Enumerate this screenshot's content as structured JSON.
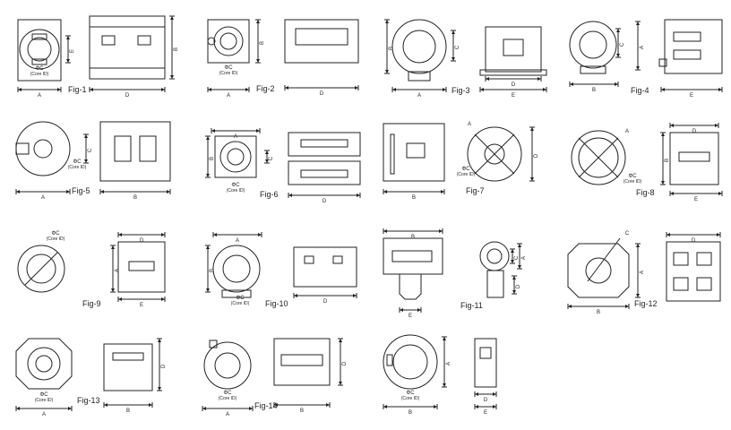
{
  "figures": [
    {
      "id": "fig-1",
      "caption": "Fig-1",
      "dims": [
        "A",
        "B",
        "C",
        "D",
        "E"
      ],
      "core_label": "ΦC (Core ID)"
    },
    {
      "id": "fig-2",
      "caption": "Fig-2",
      "dims": [
        "A",
        "B",
        "C",
        "D"
      ],
      "core_label": "ΦC (Core ID)"
    },
    {
      "id": "fig-3",
      "caption": "Fig-3",
      "dims": [
        "A",
        "B",
        "C",
        "D",
        "E"
      ],
      "core_label": "ΦC (Core ID)"
    },
    {
      "id": "fig-4",
      "caption": "Fig-4",
      "dims": [
        "A",
        "B",
        "C",
        "E"
      ],
      "core_label": "ΦC (Core ID)"
    },
    {
      "id": "fig-5",
      "caption": "Fig-5",
      "dims": [
        "A",
        "B",
        "C"
      ],
      "core_label": "ΦC (Core ID)"
    },
    {
      "id": "fig-6",
      "caption": "Fig-6",
      "dims": [
        "A",
        "B",
        "C",
        "D"
      ],
      "core_label": "ΦC (Core ID)"
    },
    {
      "id": "fig-7",
      "caption": "Fig-7",
      "dims": [
        "A",
        "B",
        "C",
        "D"
      ],
      "core_label": "ΦC (Core ID)"
    },
    {
      "id": "fig-8",
      "caption": "Fig-8",
      "dims": [
        "A",
        "B",
        "C",
        "D",
        "E"
      ],
      "core_label": "ΦC (Core ID)"
    },
    {
      "id": "fig-9",
      "caption": "Fig-9",
      "dims": [
        "A",
        "C",
        "D",
        "E"
      ],
      "core_label": "ΦC (Core ID)"
    },
    {
      "id": "fig-10",
      "caption": "Fig-10",
      "dims": [
        "A",
        "B",
        "C",
        "D"
      ],
      "core_label": "ΦC (Core ID)"
    },
    {
      "id": "fig-11",
      "caption": "Fig-11",
      "dims": [
        "A",
        "B",
        "C",
        "D",
        "E"
      ],
      "core_label": ""
    },
    {
      "id": "fig-12",
      "caption": "Fig-12",
      "dims": [
        "A",
        "B",
        "C"
      ],
      "core_label": ""
    },
    {
      "id": "fig-13",
      "caption": "Fig-13",
      "dims": [
        "A",
        "B",
        "D"
      ],
      "core_label": "ΦC (Core ID)"
    },
    {
      "id": "fig-14",
      "caption": "Fig-14",
      "dims": [
        "A",
        "B",
        "D"
      ],
      "core_label": "ΦC (Core ID)"
    },
    {
      "id": "fig-15",
      "caption": "",
      "dims": [
        "A",
        "B",
        "C",
        "D",
        "E"
      ],
      "core_label": "ΦC (Core ID)"
    }
  ]
}
